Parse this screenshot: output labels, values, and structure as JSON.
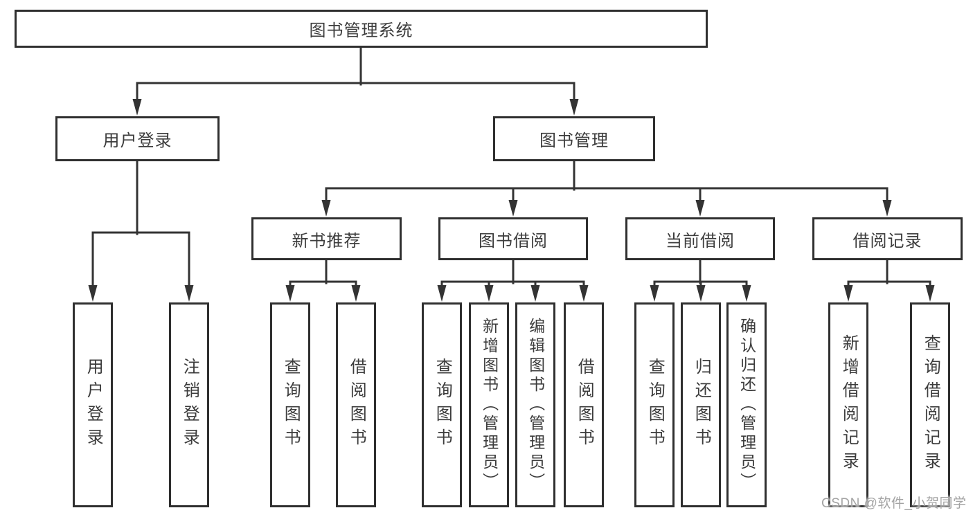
{
  "nodes": {
    "root": {
      "label": "图书管理系统"
    },
    "level2": [
      {
        "label": "用户登录"
      },
      {
        "label": "图书管理"
      }
    ],
    "level3": [
      {
        "label": "新书推荐"
      },
      {
        "label": "图书借阅"
      },
      {
        "label": "当前借阅"
      },
      {
        "label": "借阅记录"
      }
    ],
    "leaves": [
      {
        "label": "用户登录"
      },
      {
        "label": "注销登录"
      },
      {
        "label": "查询图书"
      },
      {
        "label": "借阅图书"
      },
      {
        "label": "查询图书"
      },
      {
        "label": "新增图书（管理员）"
      },
      {
        "label": "编辑图书（管理员）"
      },
      {
        "label": "借阅图书"
      },
      {
        "label": "查询图书"
      },
      {
        "label": "归还图书"
      },
      {
        "label": "确认归还（管理员）"
      },
      {
        "label": "新增借阅记录"
      },
      {
        "label": "查询借阅记录"
      }
    ]
  },
  "watermark": {
    "text": "CSDN @软件_小贺同学"
  },
  "colors": {
    "line": "#333333",
    "border": "#2f2f2f",
    "text": "#3c3c3c",
    "watermark": "#a3a3a3",
    "background": "#ffffff"
  }
}
